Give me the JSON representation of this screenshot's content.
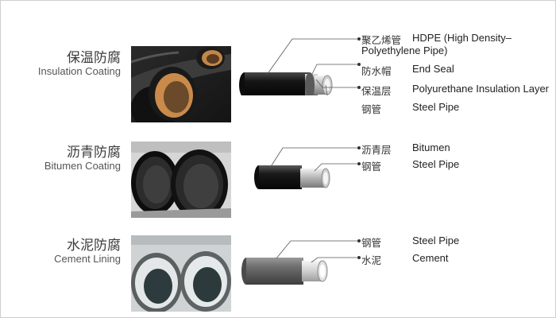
{
  "sections": [
    {
      "title_zh": "保温防腐",
      "title_en": "Insulation Coating",
      "labels": [
        {
          "zh": "聚乙烯管",
          "en": "HDPE (High Density–",
          "en2": "Polyethylene Pipe)"
        },
        {
          "zh": "防水帽",
          "en": "End Seal"
        },
        {
          "zh": "保温层",
          "en": "Polyurethane Insulation Layer"
        },
        {
          "zh": "钢管",
          "en": "Steel Pipe"
        }
      ]
    },
    {
      "title_zh": "沥青防腐",
      "title_en": "Bitumen Coating",
      "labels": [
        {
          "zh": "沥青层",
          "en": "Bitumen"
        },
        {
          "zh": "钢管",
          "en": "Steel Pipe"
        }
      ]
    },
    {
      "title_zh": "水泥防腐",
      "title_en": "Cement Lining",
      "labels": [
        {
          "zh": "钢管",
          "en": "Steel Pipe"
        },
        {
          "zh": "水泥",
          "en": "Cement"
        }
      ]
    }
  ],
  "colors": {
    "hdpe": "#1e1e1e",
    "steel": "#b8b8b8",
    "insulation_seal": "#9a9a9a",
    "cement": "#d9d9d9",
    "leader_line": "#555555"
  }
}
